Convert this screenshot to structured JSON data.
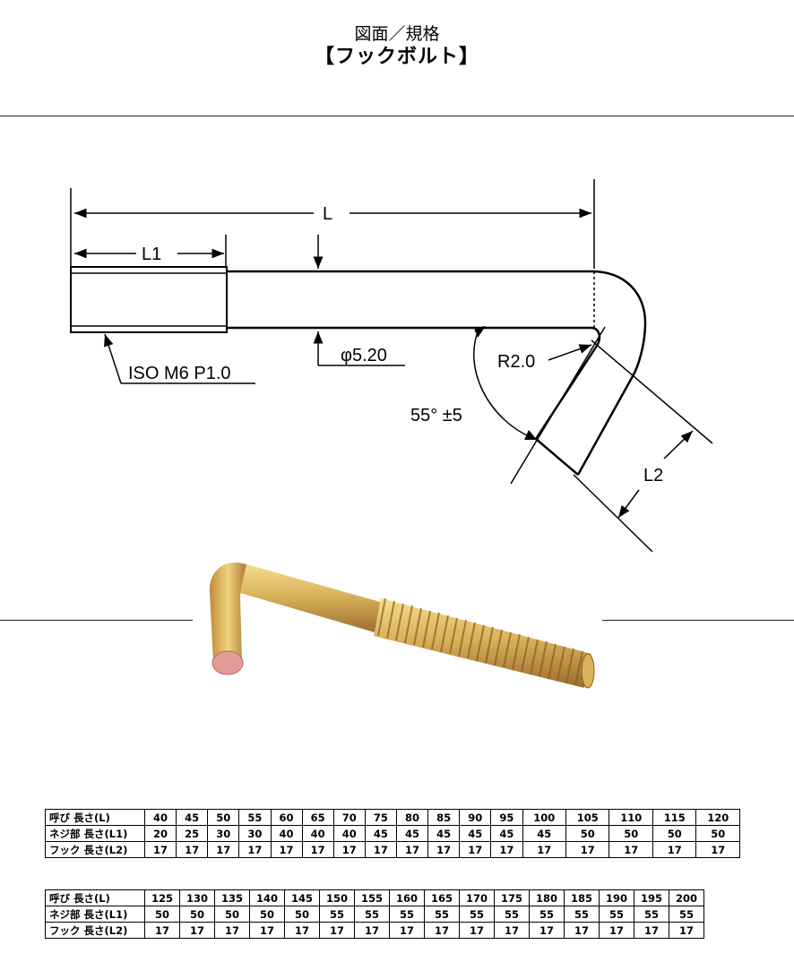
{
  "header": {
    "subtitle": "図面／規格",
    "title": "【フックボルト】"
  },
  "drawing": {
    "label_L": "L",
    "label_L1": "L1",
    "label_thread": "ISO M6 P1.0",
    "label_diameter": "φ5.20",
    "label_radius": "R2.0",
    "label_angle": "55° ±5",
    "label_L2": "L2"
  },
  "photo": {
    "description_icon": "hook-bolt-photo",
    "colors": {
      "body": "#d9b25a",
      "highlight": "#f3dc8c",
      "shadow": "#9c6b2e",
      "tip": "#e59a9a"
    }
  },
  "tables": [
    {
      "rows": [
        {
          "label": "呼び 長さ(L)",
          "values": [
            "40",
            "45",
            "50",
            "55",
            "60",
            "65",
            "70",
            "75",
            "80",
            "85",
            "90",
            "95",
            "100",
            "105",
            "110",
            "115",
            "120"
          ]
        },
        {
          "label": "ネジ部 長さ(L1)",
          "values": [
            "20",
            "25",
            "30",
            "30",
            "40",
            "40",
            "40",
            "45",
            "45",
            "45",
            "45",
            "45",
            "45",
            "50",
            "50",
            "50",
            "50"
          ]
        },
        {
          "label": "フック 長さ(L2)",
          "values": [
            "17",
            "17",
            "17",
            "17",
            "17",
            "17",
            "17",
            "17",
            "17",
            "17",
            "17",
            "17",
            "17",
            "17",
            "17",
            "17",
            "17"
          ]
        }
      ]
    },
    {
      "rows": [
        {
          "label": "呼び 長さ(L)",
          "values": [
            "125",
            "130",
            "135",
            "140",
            "145",
            "150",
            "155",
            "160",
            "165",
            "170",
            "175",
            "180",
            "185",
            "190",
            "195",
            "200"
          ]
        },
        {
          "label": "ネジ部 長さ(L1)",
          "values": [
            "50",
            "50",
            "50",
            "50",
            "50",
            "55",
            "55",
            "55",
            "55",
            "55",
            "55",
            "55",
            "55",
            "55",
            "55",
            "55"
          ]
        },
        {
          "label": "フック 長さ(L2)",
          "values": [
            "17",
            "17",
            "17",
            "17",
            "17",
            "17",
            "17",
            "17",
            "17",
            "17",
            "17",
            "17",
            "17",
            "17",
            "17",
            "17"
          ]
        }
      ]
    }
  ]
}
